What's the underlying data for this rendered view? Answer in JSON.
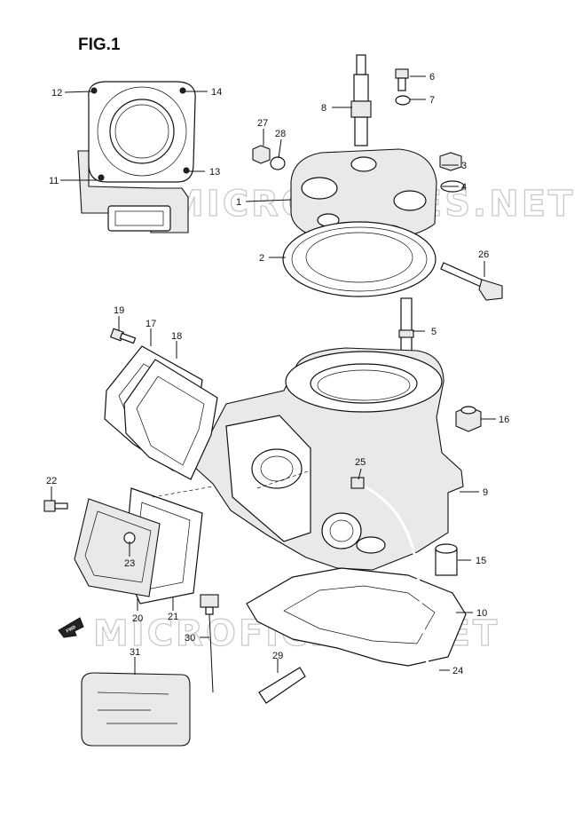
{
  "figure": {
    "title": "FIG.1"
  },
  "watermark": {
    "text": "MICROFICHES.NET"
  },
  "fwd_label": "FWD",
  "callouts": [
    "1",
    "2",
    "3",
    "4",
    "5",
    "6",
    "7",
    "8",
    "9",
    "10",
    "11",
    "12",
    "13",
    "14",
    "15",
    "16",
    "17",
    "18",
    "19",
    "20",
    "21",
    "22",
    "23",
    "24",
    "25",
    "26",
    "27",
    "28",
    "29",
    "30",
    "31"
  ]
}
